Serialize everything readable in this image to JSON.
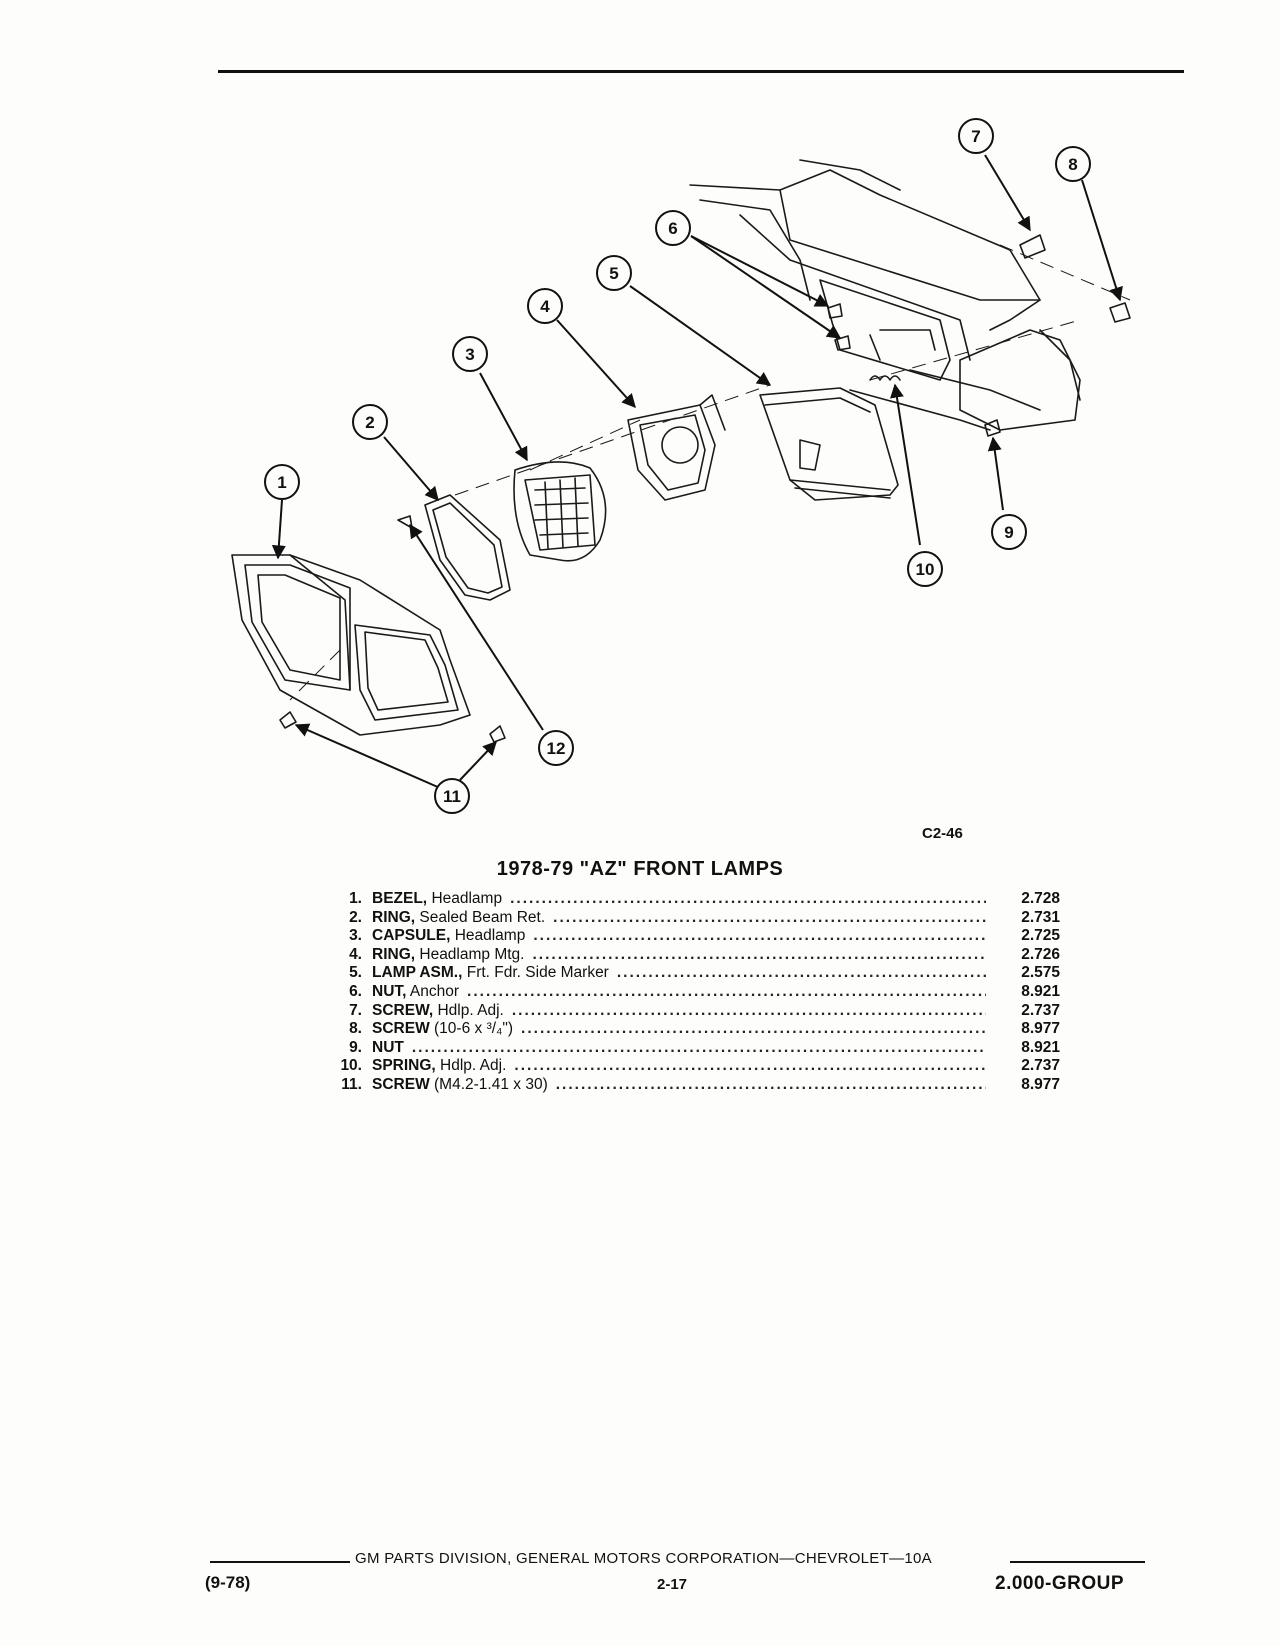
{
  "figure": {
    "code": "C2-46",
    "callouts": [
      "1",
      "2",
      "3",
      "4",
      "5",
      "6",
      "7",
      "8",
      "9",
      "10",
      "11",
      "12"
    ]
  },
  "section": {
    "title": "1978-79 \"AZ\" FRONT LAMPS"
  },
  "parts": [
    {
      "num": "1.",
      "name": "BEZEL,",
      "desc": "Headlamp",
      "group": "2.728"
    },
    {
      "num": "2.",
      "name": "RING,",
      "desc": "Sealed Beam Ret.",
      "group": "2.731"
    },
    {
      "num": "3.",
      "name": "CAPSULE,",
      "desc": "Headlamp",
      "group": "2.725"
    },
    {
      "num": "4.",
      "name": "RING,",
      "desc": "Headlamp Mtg.",
      "group": "2.726"
    },
    {
      "num": "5.",
      "name": "LAMP ASM.,",
      "desc": "Frt. Fdr. Side Marker",
      "group": "2.575"
    },
    {
      "num": "6.",
      "name": "NUT,",
      "desc": "Anchor",
      "group": "8.921"
    },
    {
      "num": "7.",
      "name": "SCREW,",
      "desc": "Hdlp. Adj.",
      "group": "2.737"
    },
    {
      "num": "8.",
      "name": "SCREW",
      "desc": "(10-6 x ³/₄\")",
      "group": "8.977"
    },
    {
      "num": "9.",
      "name": "NUT",
      "desc": "",
      "group": "8.921"
    },
    {
      "num": "10.",
      "name": "SPRING,",
      "desc": "Hdlp. Adj.",
      "group": "2.737"
    },
    {
      "num": "11.",
      "name": "SCREW",
      "desc": "(M4.2-1.41 x 30)",
      "group": "8.977"
    }
  ],
  "footer": {
    "corporation": "GM PARTS DIVISION, GENERAL MOTORS CORPORATION—CHEVROLET—10A",
    "date": "(9-78)",
    "page": "2-17",
    "group": "2.000-GROUP"
  }
}
